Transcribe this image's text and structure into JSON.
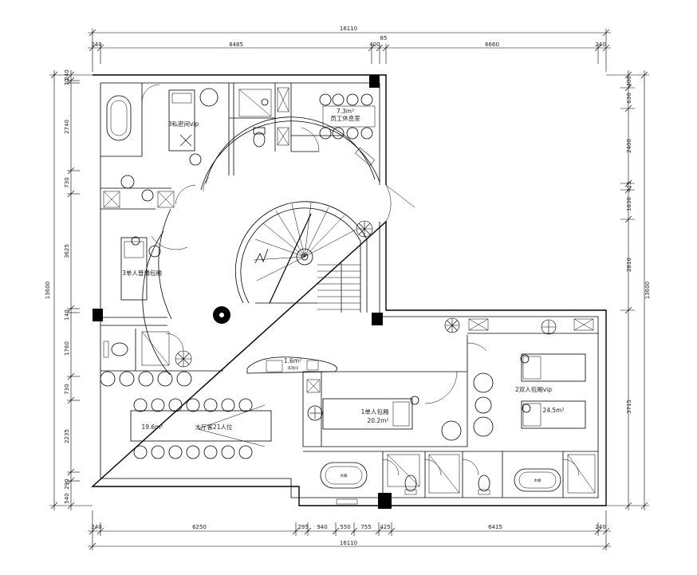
{
  "dimensions": {
    "top_total": "16110",
    "top_segments": [
      "240",
      "8485",
      "400",
      "85",
      "6660",
      "240"
    ],
    "bottom_total": "16110",
    "bottom_segments": [
      "240",
      "6250",
      "295",
      "940",
      "550",
      "755",
      "425",
      "6415",
      "240"
    ],
    "left_total": "13600",
    "left_segments": [
      "240",
      "70",
      "2740",
      "730",
      "3625",
      "140",
      "1760",
      "730",
      "2235",
      "290",
      "540"
    ],
    "right_total": "13600",
    "right_segments": [
      "400",
      "630",
      "2400",
      "415",
      "1030",
      "2810",
      "3715"
    ]
  },
  "rooms": {
    "private_vip": "3私密间vip",
    "staff_area": "7.3m²",
    "staff_room": "员工休息室",
    "single_room_3": "3单人普通包厢",
    "small_room_area": "1.6m²",
    "small_room_label": "洗消间",
    "single_room_1": "1单人包厢",
    "single_room_1_area": "20.2m²",
    "double_vip": "2双人包厢vip",
    "double_vip_area": "24.5m²",
    "lounge_area": "19.6m²",
    "lounge": "大厅客21人位",
    "bath_label_1": "木桶",
    "bath_label_2": "木桶"
  }
}
